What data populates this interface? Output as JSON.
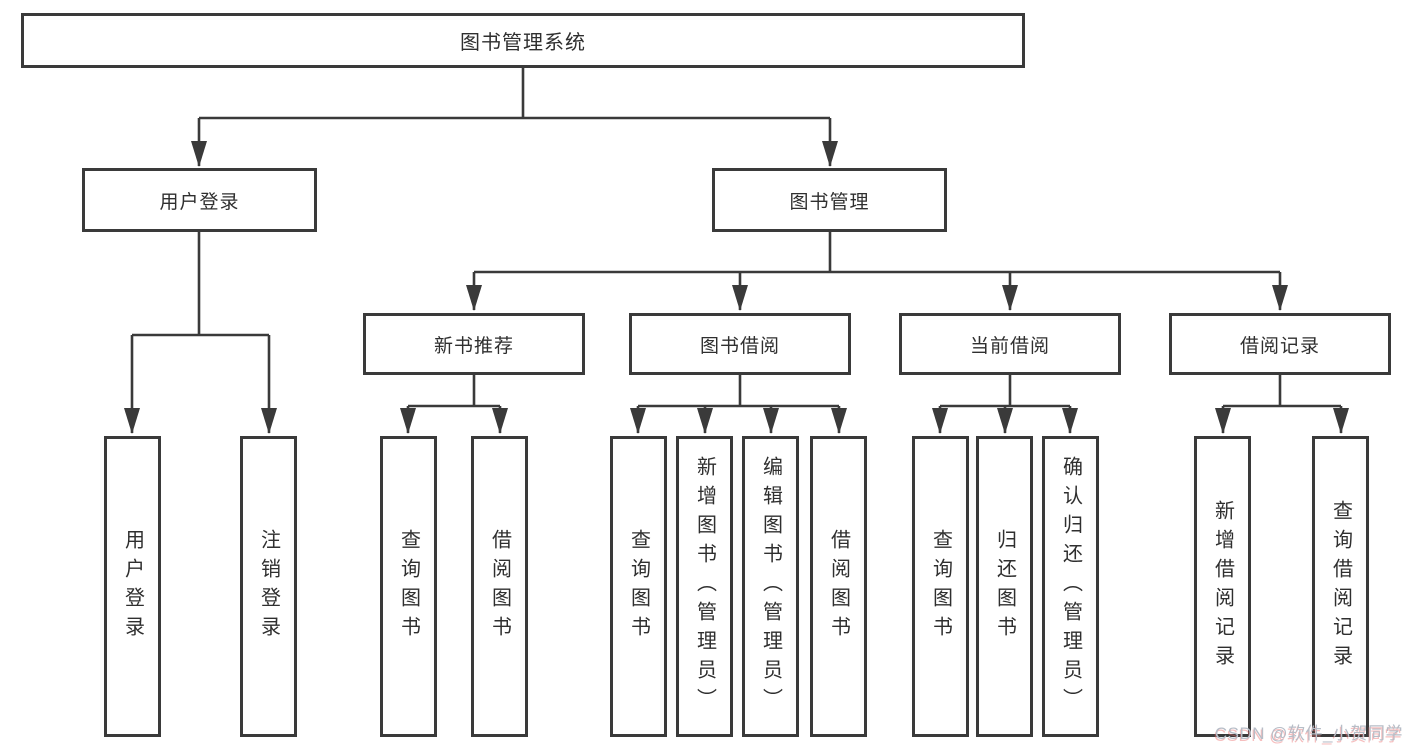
{
  "tree": {
    "root": "图书管理系统",
    "children": [
      {
        "label": "用户登录",
        "leaves": [
          "用户登录",
          "注销登录"
        ]
      },
      {
        "label": "图书管理",
        "children": [
          {
            "label": "新书推荐",
            "leaves": [
              "查询图书",
              "借阅图书"
            ]
          },
          {
            "label": "图书借阅",
            "leaves": [
              "查询图书",
              "新增图书（管理员）",
              "编辑图书（管理员）",
              "借阅图书"
            ]
          },
          {
            "label": "当前借阅",
            "leaves": [
              "查询图书",
              "归还图书",
              "确认归还（管理员）"
            ]
          },
          {
            "label": "借阅记录",
            "leaves": [
              "新增借阅记录",
              "查询借阅记录"
            ]
          }
        ]
      }
    ]
  },
  "watermark": "CSDN @软件_小贺同学",
  "colors": {
    "line": "#3a3a3a",
    "box_border": "#3a3a3a",
    "text": "#2f2f2f",
    "background": "#ffffff",
    "watermark_text": "#b7bdc7",
    "watermark_accent": "#eb6e6e"
  }
}
